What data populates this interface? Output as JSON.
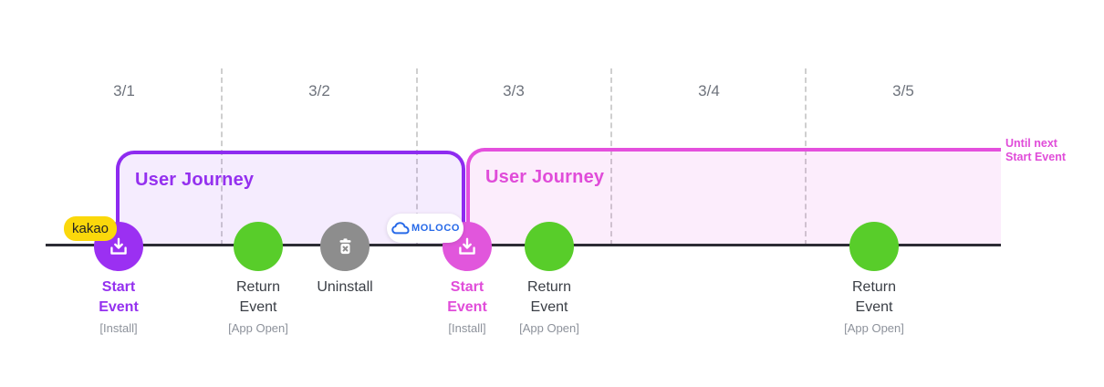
{
  "dates": {
    "labels": [
      "3/1",
      "3/2",
      "3/3",
      "3/4",
      "3/5"
    ]
  },
  "journeys": {
    "first": {
      "title": "User Journey"
    },
    "second": {
      "title": "User Journey"
    }
  },
  "annotation": {
    "line1": "Until next",
    "line2": "Start Event"
  },
  "badges": {
    "kakao": {
      "label": "kakao"
    },
    "moloco": {
      "label": "MOLOCO"
    }
  },
  "events": [
    {
      "title1": "Start",
      "title2": "Event",
      "subtitle": "[Install]",
      "marker": "purple-download"
    },
    {
      "title1": "Return",
      "title2": "Event",
      "subtitle": "[App Open]",
      "marker": "green-circle"
    },
    {
      "title1": "Uninstall",
      "marker": "gray-trash"
    },
    {
      "title1": "Start",
      "title2": "Event",
      "subtitle": "[Install]",
      "marker": "pink-download"
    },
    {
      "title1": "Return",
      "title2": "Event",
      "subtitle": "[App Open]",
      "marker": "green-circle"
    },
    {
      "title1": "Return",
      "title2": "Event",
      "subtitle": "[App Open]",
      "marker": "green-circle"
    }
  ],
  "colors": {
    "purple-border": "#8e2bf0",
    "purple-circle": "#9b30f2",
    "purple-text": "#9430ef",
    "pink-border": "#e44fdd",
    "pink-circle": "#e156dc",
    "pink-text": "#e04cd9",
    "green": "#58cd2a",
    "gray": "#8d8d8d",
    "kakao-yellow": "#fbd80b",
    "moloco-blue": "#2669e8",
    "timeline": "#2c2c34"
  }
}
